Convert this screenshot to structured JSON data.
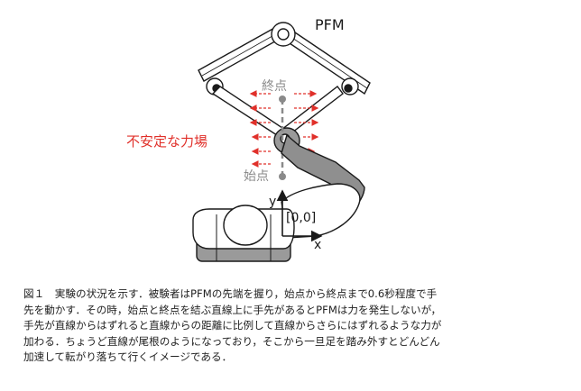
{
  "figure": {
    "labels": {
      "device": "PFM",
      "end_point": "終点",
      "start_point": "始点",
      "force_field": "不安定な力場",
      "y_axis": "y",
      "x_axis": "x",
      "origin": "[0,0]"
    },
    "colors": {
      "force_arrows": "#e0302a",
      "force_field_label": "#e0302a",
      "start_end_points": "#8a8a8a",
      "arm_fill": "#8f8f8f",
      "outline": "#1a1a1a"
    }
  },
  "caption": {
    "lines": [
      "図１　実験の状況を示す．被験者はPFMの先端を握り，始点から終点まで0.6秒程度で手",
      "先を動かす．その時，始点と終点を結ぶ直線上に手先があるとPFMは力を発生しないが，",
      "手先が直線からはずれると直線からの距離に比例して直線からさらにはずれるような力が",
      "加わる．ちょうど直線が尾根のようになっており，そこから一旦足を踏み外すとどんどん",
      "加速して転がり落ちて行くイメージである．"
    ]
  }
}
